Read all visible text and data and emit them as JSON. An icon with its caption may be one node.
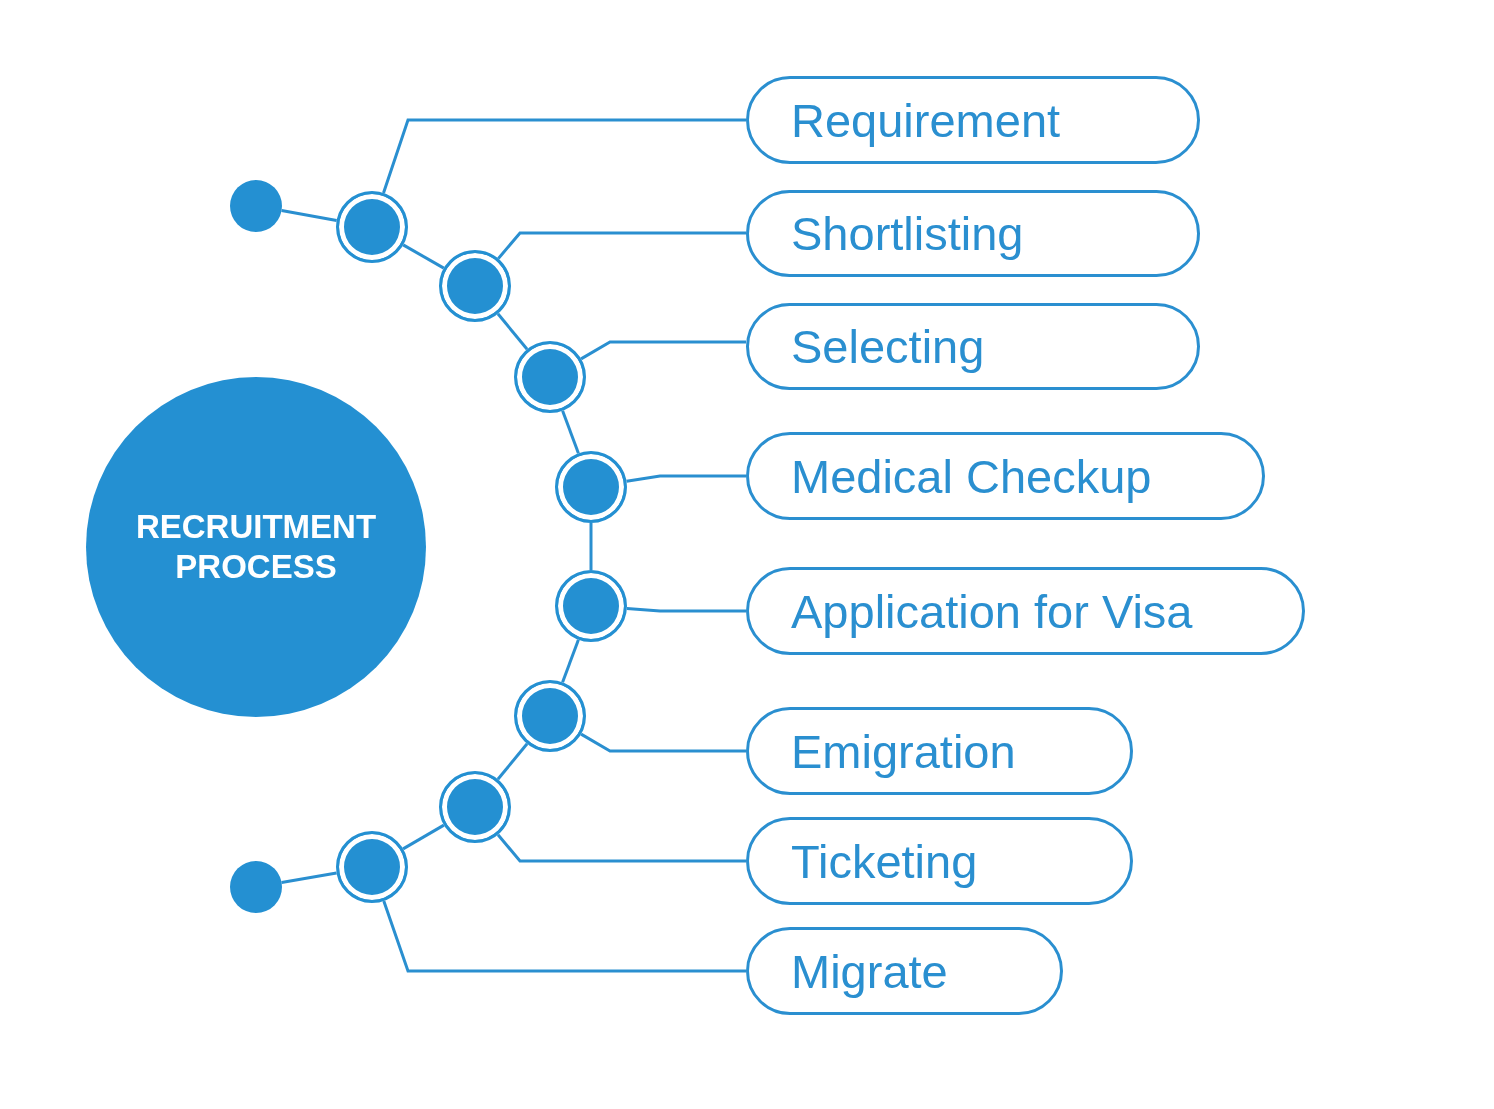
{
  "diagram": {
    "nodes": [
      {
        "text": [
          "RECRUITMENT PROCESS"
        ]
      },
      {
        "text": [],
        "shape": "circle"
      },
      {
        "text": [],
        "shape": "circle"
      },
      {
        "text": [],
        "shape": "circle"
      },
      {
        "text": [],
        "shape": "circle"
      },
      {
        "text": [],
        "shape": "circle"
      },
      {
        "text": [],
        "shape": "circle"
      },
      {
        "text": [],
        "shape": "circle"
      },
      {
        "text": [],
        "shape": "circle"
      },
      {
        "text": [],
        "shape": "circle"
      },
      {
        "text": [],
        "shape": "circle"
      },
      {
        "text": [
          "Requirement"
        ]
      },
      {
        "text": [
          "Shortlisting"
        ]
      },
      {
        "text": [
          "Selecting"
        ]
      },
      {
        "text": [
          "Medical Checkup"
        ]
      },
      {
        "text": [
          "Application for Visa"
        ]
      },
      {
        "text": [
          "Emigration"
        ]
      },
      {
        "text": [
          "Ticketing"
        ]
      },
      {
        "text": [
          "Migrate"
        ]
      }
    ],
    "edges": [
      {
        "from": 1,
        "to": 2,
        "arrow": "none"
      },
      {
        "from": 2,
        "to": 3,
        "arrow": "none"
      },
      {
        "from": 3,
        "to": 4,
        "arrow": "none"
      },
      {
        "from": 4,
        "to": 5,
        "arrow": "none"
      },
      {
        "from": 5,
        "to": 6,
        "arrow": "none"
      },
      {
        "from": 6,
        "to": 7,
        "arrow": "none"
      },
      {
        "from": 7,
        "to": 8,
        "arrow": "none"
      },
      {
        "from": 8,
        "to": 9,
        "arrow": "none"
      },
      {
        "from": 9,
        "to": 10,
        "arrow": "none"
      },
      {
        "from": 2,
        "to": 11,
        "arrow": "none"
      },
      {
        "from": 3,
        "to": 12,
        "arrow": "none"
      },
      {
        "from": 4,
        "to": 13,
        "arrow": "none"
      },
      {
        "from": 5,
        "to": 14,
        "arrow": "none"
      },
      {
        "from": 6,
        "to": 15,
        "arrow": "none"
      },
      {
        "from": 7,
        "to": 16,
        "arrow": "none"
      },
      {
        "from": 8,
        "to": 17,
        "arrow": "none"
      },
      {
        "from": 9,
        "to": 18,
        "arrow": "none"
      }
    ]
  }
}
